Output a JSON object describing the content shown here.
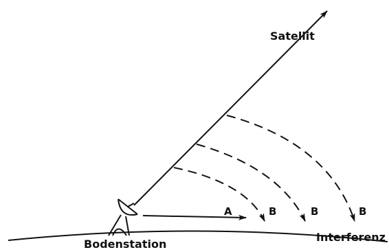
{
  "labels": {
    "satellite": "Satellit",
    "ground_station": "Bodenstation",
    "interference": "Interferenz",
    "path_a": "A",
    "path_b_1": "B",
    "path_b_2": "B",
    "path_b_3": "B"
  },
  "colors": {
    "ink": "#111111",
    "background": "#ffffff"
  },
  "icons": {
    "ground_station": "satellite-dish-icon"
  }
}
